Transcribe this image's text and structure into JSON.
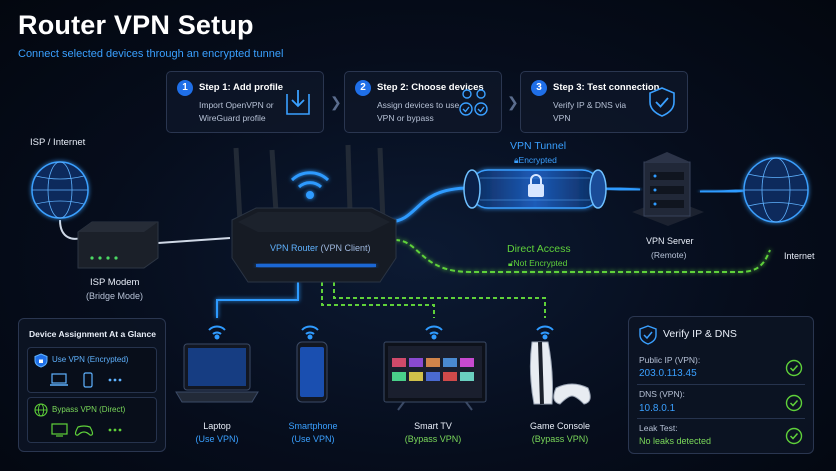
{
  "title": "Router VPN Setup",
  "subtitle": "Connect selected devices through an encrypted tunnel",
  "steps": [
    {
      "num": "1",
      "title": "Step 1: Add profile",
      "desc": "Import OpenVPN or WireGuard profile",
      "icon": "download-icon"
    },
    {
      "num": "2",
      "title": "Step 2: Choose devices",
      "desc": "Assign devices to use VPN or bypass",
      "icon": "devices-check-icon"
    },
    {
      "num": "3",
      "title": "Step 3: Test connection",
      "desc": "Verify IP & DNS via VPN",
      "icon": "shield-check-icon"
    }
  ],
  "nodes": {
    "isp_internet": "ISP / Internet",
    "modem": {
      "name": "ISP Modem",
      "mode": "(Bridge Mode)"
    },
    "router": {
      "name": "VPN Router",
      "mode": "(VPN Client)"
    },
    "tunnel": {
      "name": "VPN Tunnel",
      "status": "Encrypted"
    },
    "direct": {
      "name": "Direct Access",
      "status": "Not Encrypted"
    },
    "server": {
      "name": "VPN Server",
      "mode": "(Remote)"
    },
    "internet": "Internet"
  },
  "devices": [
    {
      "name": "Laptop",
      "route": "(Use VPN)"
    },
    {
      "name": "Smartphone",
      "route": "(Use VPN)"
    },
    {
      "name": "Smart TV",
      "route": "(Bypass VPN)"
    },
    {
      "name": "Game Console",
      "route": "(Bypass VPN)"
    }
  ],
  "assignment": {
    "title": "Device Assignment At a Glance",
    "vpn_label": "Use VPN (Encrypted)",
    "bypass_label": "Bypass VPN (Direct)"
  },
  "verify": {
    "title": "Verify IP & DNS",
    "rows": [
      {
        "label": "Public IP (VPN):",
        "value": "203.0.113.45"
      },
      {
        "label": "DNS (VPN):",
        "value": "10.8.0.1"
      },
      {
        "label": "Leak Test:",
        "value": "No leaks detected"
      }
    ]
  },
  "colors": {
    "vpn": "#2f9bff",
    "direct": "#5fd13a",
    "accent": "#1f6fe8"
  }
}
